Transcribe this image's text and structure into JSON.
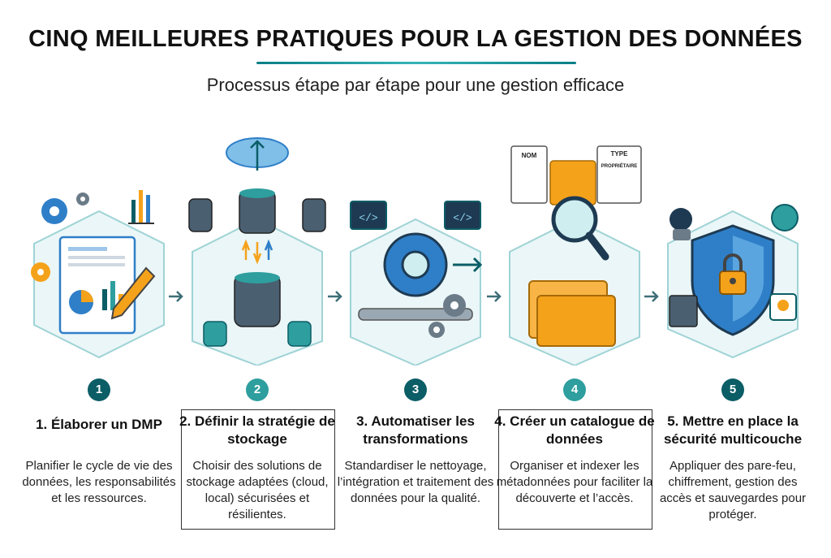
{
  "title": "CINQ MEILLEURES PRATIQUES POUR LA GESTION DES DONNÉES",
  "subtitle": "Processus étape par étape pour une gestion efficace",
  "colors": {
    "teal_dark": "#0b5d66",
    "teal": "#2e9e9e",
    "teal_light": "#cfeef0",
    "blue": "#2f7fc8",
    "orange": "#f5a21b",
    "gray": "#6b7b88"
  },
  "steps": [
    {
      "number": "1",
      "heading": "1. Élaborer un DMP",
      "desc": "Planifier le cycle de vie des données, les responsabilités et les ressources.",
      "badge_color": "#0b5d66",
      "icon": "document-chart-pencil-icon"
    },
    {
      "number": "2",
      "heading": "2. Définir la stratégie de stockage",
      "desc": "Choisir des solutions de stockage adaptées (cloud, local) sécurisées et résilientes.",
      "badge_color": "#2e9e9e",
      "icon": "cloud-database-icon"
    },
    {
      "number": "3",
      "heading": "3. Automatiser les transformations",
      "desc": "Standardiser le nettoyage, l’intégration et traitement des données pour la qualité.",
      "badge_color": "#0b5d66",
      "icon": "gear-pipeline-icon"
    },
    {
      "number": "4",
      "heading": "4. Créer un catalogue de données",
      "desc": "Organiser et indexer les métadonnées pour faciliter la découverte et l’accès.",
      "badge_color": "#2e9e9e",
      "icon": "folder-magnifier-icon"
    },
    {
      "number": "5",
      "heading": "5. Mettre en place la sécurité multicouche",
      "desc": "Appliquer des pare-feu, chiffrement, gestion des accès et sauvegardes pour protéger.",
      "badge_color": "#0b5d66",
      "icon": "shield-lock-icon"
    }
  ],
  "labels": {
    "nom": "NOM",
    "type": "TYPE",
    "proprietaire": "PROPRIÉTAIRE",
    "code": "</>"
  }
}
